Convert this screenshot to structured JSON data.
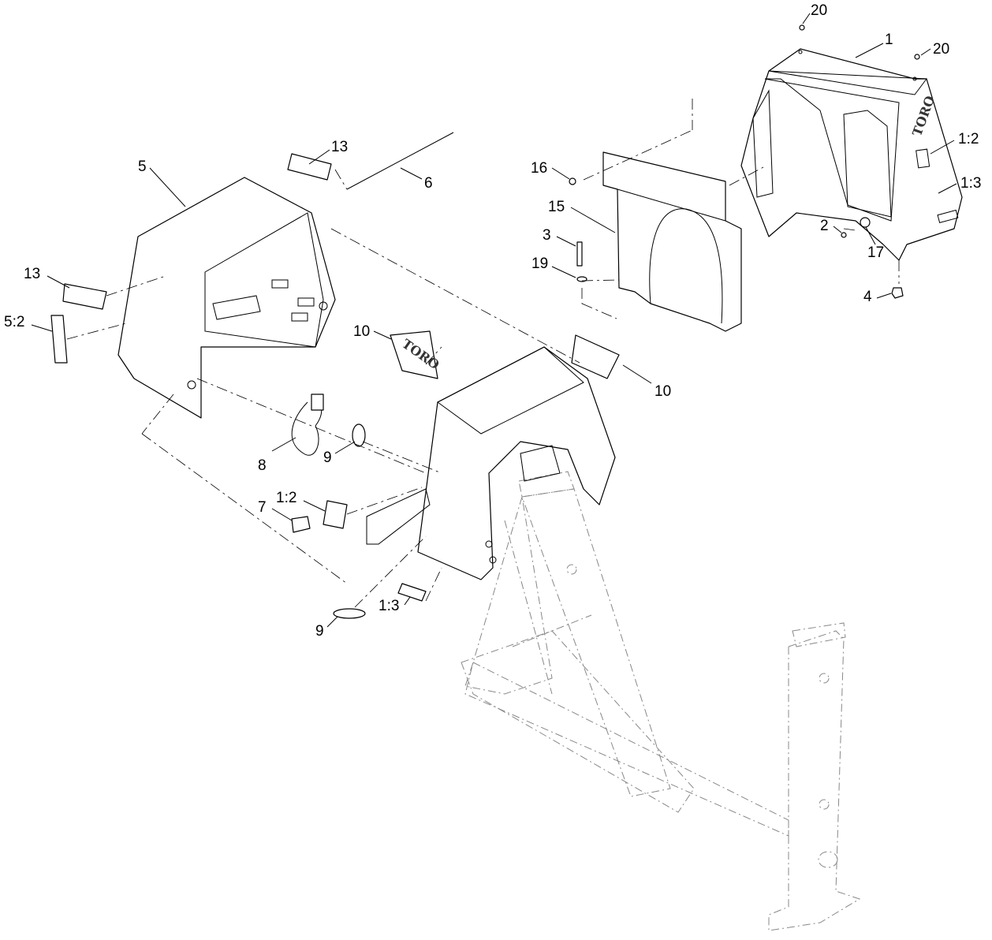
{
  "logo_text": "TORO",
  "callouts": [
    {
      "id": "c-20-left",
      "label": "20"
    },
    {
      "id": "c-1",
      "label": "1"
    },
    {
      "id": "c-20-right",
      "label": "20"
    },
    {
      "id": "c-1-2-top",
      "label": "1:2"
    },
    {
      "id": "c-1-3-top",
      "label": "1:3"
    },
    {
      "id": "c-16",
      "label": "16"
    },
    {
      "id": "c-15",
      "label": "15"
    },
    {
      "id": "c-3",
      "label": "3"
    },
    {
      "id": "c-19",
      "label": "19"
    },
    {
      "id": "c-2",
      "label": "2"
    },
    {
      "id": "c-17",
      "label": "17"
    },
    {
      "id": "c-4",
      "label": "4"
    },
    {
      "id": "c-13-top",
      "label": "13"
    },
    {
      "id": "c-6",
      "label": "6"
    },
    {
      "id": "c-5",
      "label": "5"
    },
    {
      "id": "c-13-left",
      "label": "13"
    },
    {
      "id": "c-5-2",
      "label": "5:2"
    },
    {
      "id": "c-10-left",
      "label": "10"
    },
    {
      "id": "c-10-right",
      "label": "10"
    },
    {
      "id": "c-8",
      "label": "8"
    },
    {
      "id": "c-9-upper",
      "label": "9"
    },
    {
      "id": "c-7",
      "label": "7"
    },
    {
      "id": "c-1-2-bottom",
      "label": "1:2"
    },
    {
      "id": "c-1-3-bottom",
      "label": "1:3"
    },
    {
      "id": "c-9-lower",
      "label": "9"
    }
  ]
}
